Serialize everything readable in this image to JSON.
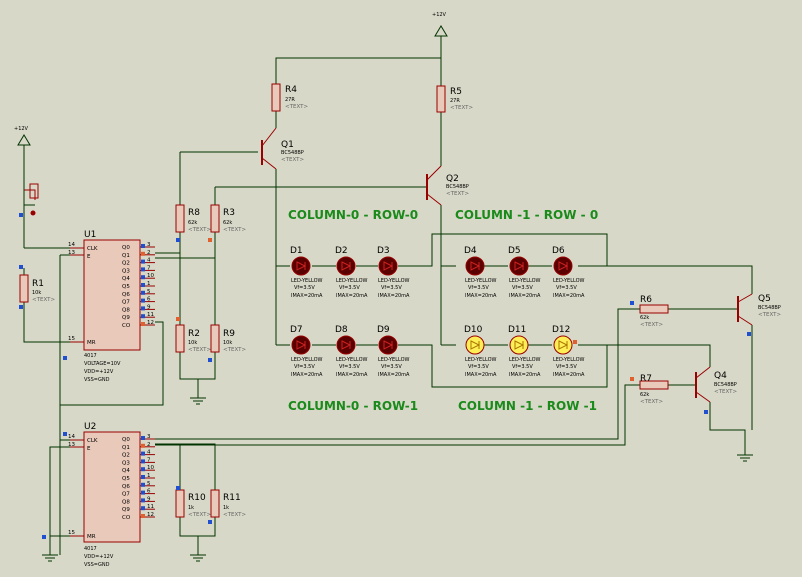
{
  "power": {
    "top_label": "+12V",
    "left_label": "+12V"
  },
  "headings": {
    "c0r0": "COLUMN-0 - ROW-0",
    "c1r0": "COLUMN -1 - ROW - 0",
    "c0r1": "COLUMN-0 - ROW-1",
    "c1r1": "COLUMN -1 - ROW -1"
  },
  "text_placeholder": "<TEXT>",
  "resistors": [
    {
      "ref": "R4",
      "value": "27R"
    },
    {
      "ref": "R5",
      "value": "27R"
    },
    {
      "ref": "R8",
      "value": "62k"
    },
    {
      "ref": "R3",
      "value": "62k"
    },
    {
      "ref": "R1",
      "value": "10k"
    },
    {
      "ref": "R2",
      "value": "10k"
    },
    {
      "ref": "R9",
      "value": "10k"
    },
    {
      "ref": "R6",
      "value": "62k"
    },
    {
      "ref": "R7",
      "value": "62k"
    },
    {
      "ref": "R10",
      "value": "1k"
    },
    {
      "ref": "R11",
      "value": "1k"
    }
  ],
  "transistors": [
    {
      "ref": "Q1",
      "type": "BC548BP"
    },
    {
      "ref": "Q2",
      "type": "BC548BP"
    },
    {
      "ref": "Q5",
      "type": "BC548BP"
    },
    {
      "ref": "Q4",
      "type": "BC548BP"
    }
  ],
  "leds": {
    "refs": [
      "D1",
      "D2",
      "D3",
      "D4",
      "D5",
      "D6",
      "D7",
      "D8",
      "D9",
      "D10",
      "D11",
      "D12"
    ],
    "type": "LED-YELLOW",
    "vf": "Vf=3.5V",
    "imax": "IMAX=20mA"
  },
  "u1": {
    "ref": "U1",
    "left_pins": [
      "CLK",
      "E",
      "MR"
    ],
    "left_nums": [
      "14",
      "13",
      "15"
    ],
    "right_pins": [
      "Q0",
      "Q1",
      "Q2",
      "Q3",
      "Q4",
      "Q5",
      "Q6",
      "Q7",
      "Q8",
      "Q9",
      "CO"
    ],
    "right_nums": [
      "3",
      "2",
      "4",
      "7",
      "10",
      "1",
      "5",
      "6",
      "9",
      "11",
      "12"
    ],
    "part": "4017",
    "voltage": "VOLTAGE=10V",
    "vdd": "VDD=+12V",
    "vss": "VSS=GND"
  },
  "u2": {
    "ref": "U2",
    "part": "4017",
    "vdd": "VDD=+12V",
    "vss": "VSS=GND"
  },
  "colors": {
    "background": "#d8d8c8",
    "heading": "#1a8a1a",
    "component": "#990000",
    "wire": "#003300"
  }
}
